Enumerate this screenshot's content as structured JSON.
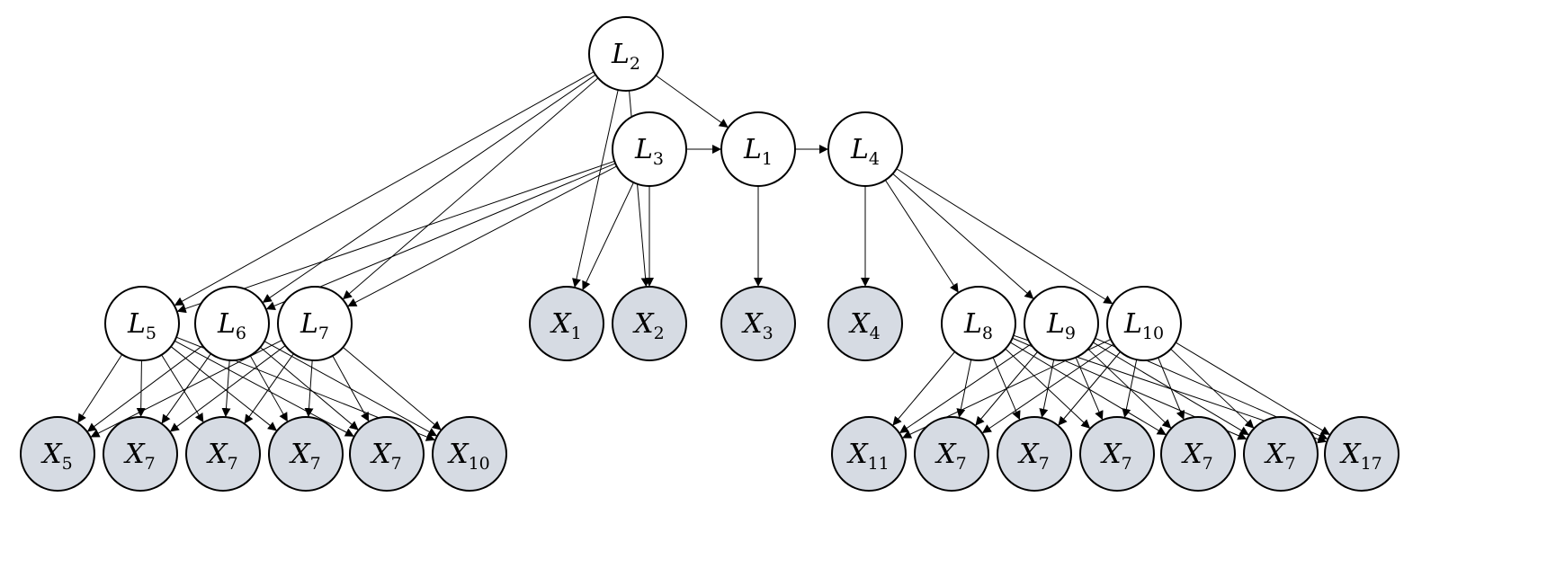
{
  "colors": {
    "latent_fill": "#ffffff",
    "observed_fill": "#d6dbe3",
    "stroke": "#000000"
  },
  "nodes": [
    {
      "id": "L2",
      "letter": "L",
      "sub": "2",
      "kind": "latent"
    },
    {
      "id": "L3",
      "letter": "L",
      "sub": "3",
      "kind": "latent"
    },
    {
      "id": "L1",
      "letter": "L",
      "sub": "1",
      "kind": "latent"
    },
    {
      "id": "L4",
      "letter": "L",
      "sub": "4",
      "kind": "latent"
    },
    {
      "id": "L5",
      "letter": "L",
      "sub": "5",
      "kind": "latent"
    },
    {
      "id": "L6",
      "letter": "L",
      "sub": "6",
      "kind": "latent"
    },
    {
      "id": "L7",
      "letter": "L",
      "sub": "7",
      "kind": "latent"
    },
    {
      "id": "X1",
      "letter": "X",
      "sub": "1",
      "kind": "observed"
    },
    {
      "id": "X2",
      "letter": "X",
      "sub": "2",
      "kind": "observed"
    },
    {
      "id": "X3",
      "letter": "X",
      "sub": "3",
      "kind": "observed"
    },
    {
      "id": "X4",
      "letter": "X",
      "sub": "4",
      "kind": "observed"
    },
    {
      "id": "L8",
      "letter": "L",
      "sub": "8",
      "kind": "latent"
    },
    {
      "id": "L9",
      "letter": "L",
      "sub": "9",
      "kind": "latent"
    },
    {
      "id": "L10",
      "letter": "L",
      "sub": "10",
      "kind": "latent"
    },
    {
      "id": "Xa",
      "letter": "X",
      "sub": "5",
      "kind": "observed"
    },
    {
      "id": "Xb",
      "letter": "X",
      "sub": "7",
      "kind": "observed"
    },
    {
      "id": "Xc",
      "letter": "X",
      "sub": "7",
      "kind": "observed"
    },
    {
      "id": "Xd",
      "letter": "X",
      "sub": "7",
      "kind": "observed"
    },
    {
      "id": "Xe",
      "letter": "X",
      "sub": "7",
      "kind": "observed"
    },
    {
      "id": "Xf",
      "letter": "X",
      "sub": "10",
      "kind": "observed"
    },
    {
      "id": "Xg",
      "letter": "X",
      "sub": "11",
      "kind": "observed"
    },
    {
      "id": "Xh",
      "letter": "X",
      "sub": "7",
      "kind": "observed"
    },
    {
      "id": "Xi",
      "letter": "X",
      "sub": "7",
      "kind": "observed"
    },
    {
      "id": "Xj",
      "letter": "X",
      "sub": "7",
      "kind": "observed"
    },
    {
      "id": "Xk",
      "letter": "X",
      "sub": "7",
      "kind": "observed"
    },
    {
      "id": "Xl",
      "letter": "X",
      "sub": "7",
      "kind": "observed"
    },
    {
      "id": "Xm",
      "letter": "X",
      "sub": "17",
      "kind": "observed"
    }
  ],
  "edges": [
    [
      "L2",
      "L1"
    ],
    [
      "L2",
      "L5"
    ],
    [
      "L2",
      "L6"
    ],
    [
      "L2",
      "L7"
    ],
    [
      "L2",
      "X1"
    ],
    [
      "L2",
      "X2"
    ],
    [
      "L3",
      "L1"
    ],
    [
      "L3",
      "L5"
    ],
    [
      "L3",
      "L6"
    ],
    [
      "L3",
      "L7"
    ],
    [
      "L3",
      "X1"
    ],
    [
      "L3",
      "X2"
    ],
    [
      "L1",
      "L4"
    ],
    [
      "L1",
      "X3"
    ],
    [
      "L4",
      "X4"
    ],
    [
      "L4",
      "L8"
    ],
    [
      "L4",
      "L9"
    ],
    [
      "L4",
      "L10"
    ],
    [
      "L5",
      "Xa"
    ],
    [
      "L5",
      "Xb"
    ],
    [
      "L5",
      "Xc"
    ],
    [
      "L5",
      "Xd"
    ],
    [
      "L5",
      "Xe"
    ],
    [
      "L5",
      "Xf"
    ],
    [
      "L6",
      "Xa"
    ],
    [
      "L6",
      "Xb"
    ],
    [
      "L6",
      "Xc"
    ],
    [
      "L6",
      "Xd"
    ],
    [
      "L6",
      "Xe"
    ],
    [
      "L6",
      "Xf"
    ],
    [
      "L7",
      "Xa"
    ],
    [
      "L7",
      "Xb"
    ],
    [
      "L7",
      "Xc"
    ],
    [
      "L7",
      "Xd"
    ],
    [
      "L7",
      "Xe"
    ],
    [
      "L7",
      "Xf"
    ],
    [
      "L8",
      "Xg"
    ],
    [
      "L8",
      "Xh"
    ],
    [
      "L8",
      "Xi"
    ],
    [
      "L8",
      "Xj"
    ],
    [
      "L8",
      "Xk"
    ],
    [
      "L8",
      "Xl"
    ],
    [
      "L8",
      "Xm"
    ],
    [
      "L9",
      "Xg"
    ],
    [
      "L9",
      "Xh"
    ],
    [
      "L9",
      "Xi"
    ],
    [
      "L9",
      "Xj"
    ],
    [
      "L9",
      "Xk"
    ],
    [
      "L9",
      "Xl"
    ],
    [
      "L9",
      "Xm"
    ],
    [
      "L10",
      "Xg"
    ],
    [
      "L10",
      "Xh"
    ],
    [
      "L10",
      "Xi"
    ],
    [
      "L10",
      "Xj"
    ],
    [
      "L10",
      "Xk"
    ],
    [
      "L10",
      "Xl"
    ],
    [
      "L10",
      "Xm"
    ]
  ]
}
